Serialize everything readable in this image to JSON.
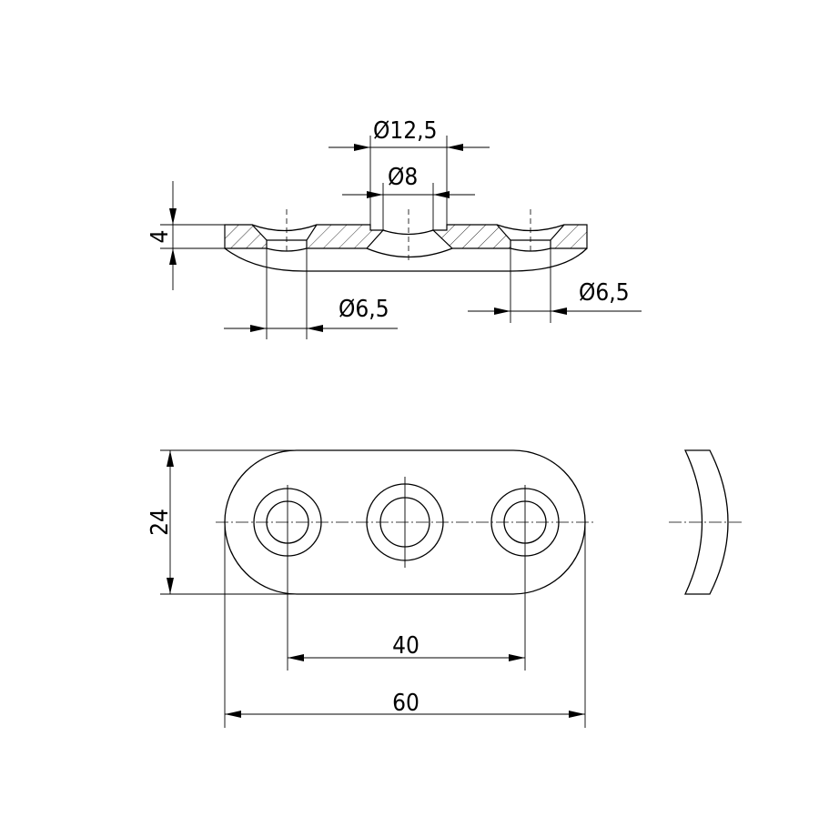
{
  "section_view": {
    "dim_counterbore_diameter": "Ø12,5",
    "dim_hole_diameter_center": "Ø8",
    "dim_thickness": "4",
    "dim_hole_diameter_left": "Ø6,5",
    "dim_hole_diameter_right": "Ø6,5"
  },
  "top_view": {
    "dim_width": "24",
    "dim_hole_spacing": "40",
    "dim_length": "60"
  },
  "colors": {
    "line": "#000000",
    "background": "#ffffff"
  }
}
